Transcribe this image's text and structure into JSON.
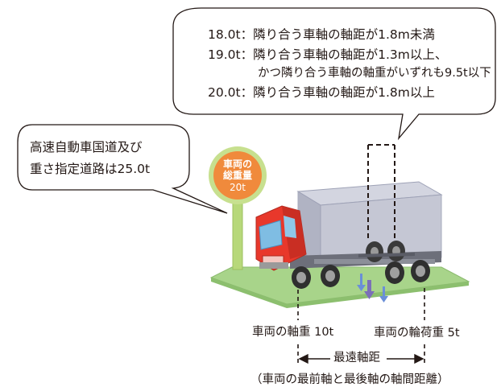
{
  "weight_rules": [
    {
      "label": "18.0t：",
      "text": "隣り合う車軸の軸距が1.8m未満"
    },
    {
      "label": "19.0t：",
      "text": "隣り合う車軸の軸距が1.3m以上、"
    },
    {
      "label": "",
      "text": "かつ隣り合う車軸の軸重がいずれも9.5t以下"
    },
    {
      "label": "20.0t：",
      "text": "隣り合う車軸の軸距が1.8m以上"
    }
  ],
  "highway_note": {
    "line1": "高速自動車国道及び",
    "line2": "重さ指定道路は25.0t"
  },
  "sign": {
    "line1": "車両の",
    "line2": "総重量",
    "line3": "20t"
  },
  "labels": {
    "axle_load": "車両の軸重 10t",
    "wheel_load": "車両の輪荷重 5t",
    "max_wheelbase": "最遠軸距",
    "max_wheelbase_note": "（車両の最前軸と最後軸の軸間距離）"
  },
  "colors": {
    "ground": "#a8d48a",
    "cab": "#e8382b",
    "cargo_box": "#b9bccb",
    "sign_disc": "#f08a3c",
    "sign_pole": "#b7d87a",
    "arrow": "#6a8fd8"
  }
}
